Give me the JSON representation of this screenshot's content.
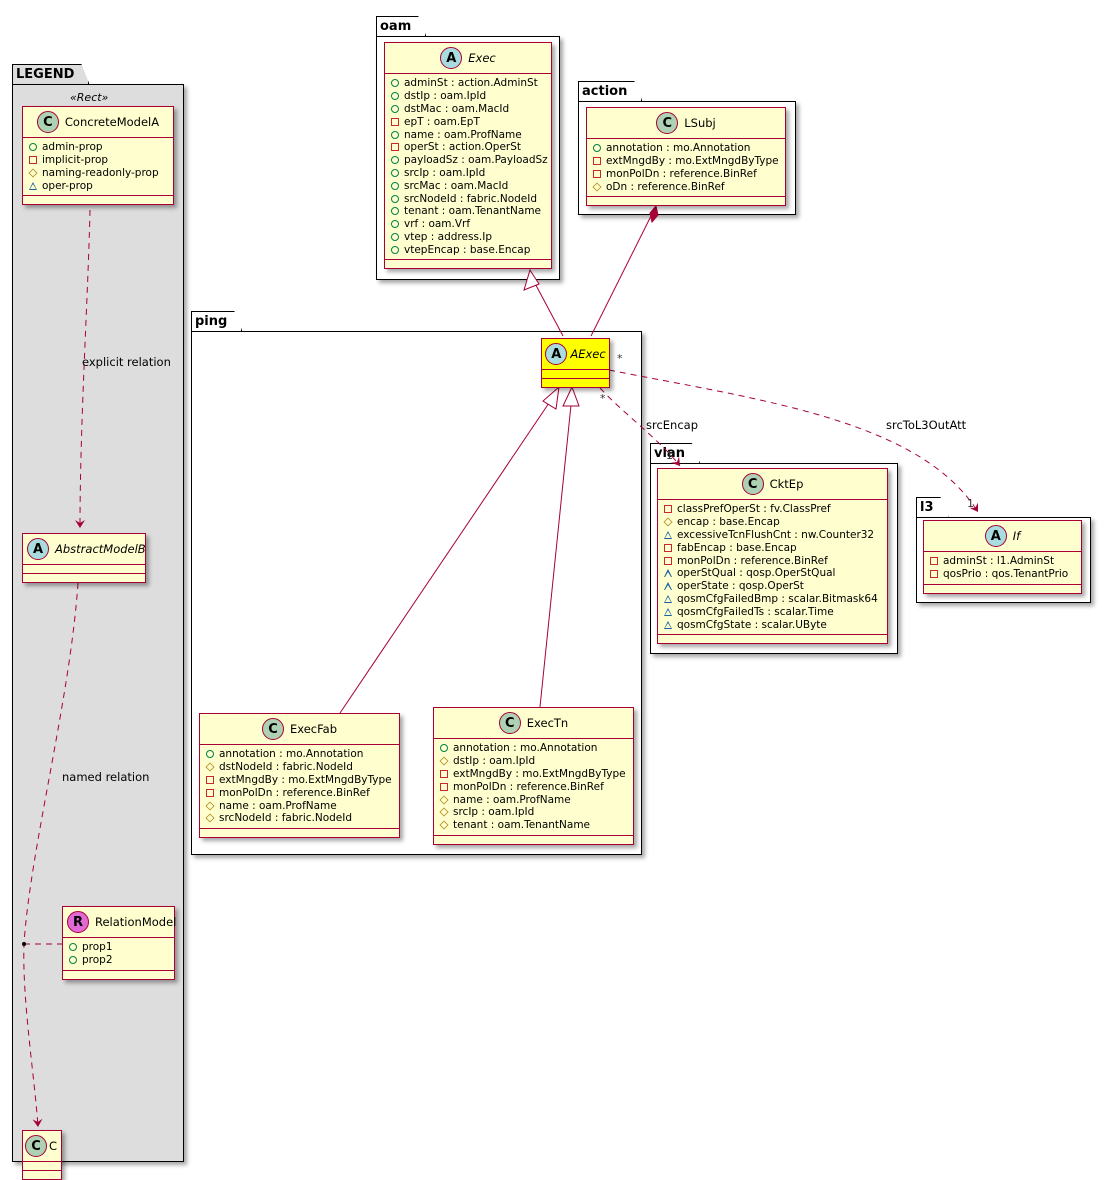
{
  "packages": {
    "legend": {
      "name": "LEGEND",
      "stereotype": "«Rect»"
    },
    "oam": {
      "name": "oam"
    },
    "action": {
      "name": "action"
    },
    "ping": {
      "name": "ping"
    },
    "vlan": {
      "name": "vlan"
    },
    "l3": {
      "name": "l3"
    }
  },
  "classes": {
    "concreteModelA": {
      "name": "ConcreteModelA",
      "kind": "C",
      "attrs": [
        {
          "vis": "public",
          "text": "admin-prop"
        },
        {
          "vis": "private",
          "text": "implicit-prop"
        },
        {
          "vis": "protected",
          "text": "naming-readonly-prop"
        },
        {
          "vis": "package",
          "text": "oper-prop"
        }
      ]
    },
    "abstractModelB": {
      "name": "AbstractModelB",
      "kind": "A",
      "attrs": []
    },
    "relationModel": {
      "name": "RelationModel",
      "kind": "R",
      "attrs": [
        {
          "vis": "public",
          "text": "prop1"
        },
        {
          "vis": "public",
          "text": "prop2"
        }
      ]
    },
    "c": {
      "name": "C",
      "kind": "C",
      "attrs": []
    },
    "exec": {
      "name": "Exec",
      "kind": "A",
      "attrs": [
        {
          "vis": "public",
          "text": "adminSt : action.AdminSt"
        },
        {
          "vis": "public",
          "text": "dstIp : oam.IpId"
        },
        {
          "vis": "public",
          "text": "dstMac : oam.MacId"
        },
        {
          "vis": "private",
          "text": "epT : oam.EpT"
        },
        {
          "vis": "public",
          "text": "name : oam.ProfName"
        },
        {
          "vis": "private",
          "text": "operSt : action.OperSt"
        },
        {
          "vis": "public",
          "text": "payloadSz : oam.PayloadSz"
        },
        {
          "vis": "public",
          "text": "srcIp : oam.IpId"
        },
        {
          "vis": "public",
          "text": "srcMac : oam.MacId"
        },
        {
          "vis": "public",
          "text": "srcNodeId : fabric.NodeId"
        },
        {
          "vis": "public",
          "text": "tenant : oam.TenantName"
        },
        {
          "vis": "public",
          "text": "vrf : oam.Vrf"
        },
        {
          "vis": "public",
          "text": "vtep : address.Ip"
        },
        {
          "vis": "public",
          "text": "vtepEncap : base.Encap"
        }
      ]
    },
    "lsubj": {
      "name": "LSubj",
      "kind": "C",
      "attrs": [
        {
          "vis": "public",
          "text": "annotation : mo.Annotation"
        },
        {
          "vis": "private",
          "text": "extMngdBy : mo.ExtMngdByType"
        },
        {
          "vis": "private",
          "text": "monPolDn : reference.BinRef"
        },
        {
          "vis": "protected",
          "text": "oDn : reference.BinRef"
        }
      ]
    },
    "aexec": {
      "name": "AExec",
      "kind": "A",
      "highlight": true,
      "attrs": []
    },
    "execFab": {
      "name": "ExecFab",
      "kind": "C",
      "attrs": [
        {
          "vis": "public",
          "text": "annotation : mo.Annotation"
        },
        {
          "vis": "protected",
          "text": "dstNodeId : fabric.NodeId"
        },
        {
          "vis": "private",
          "text": "extMngdBy : mo.ExtMngdByType"
        },
        {
          "vis": "private",
          "text": "monPolDn : reference.BinRef"
        },
        {
          "vis": "protected",
          "text": "name : oam.ProfName"
        },
        {
          "vis": "protected",
          "text": "srcNodeId : fabric.NodeId"
        }
      ]
    },
    "execTn": {
      "name": "ExecTn",
      "kind": "C",
      "attrs": [
        {
          "vis": "public",
          "text": "annotation : mo.Annotation"
        },
        {
          "vis": "protected",
          "text": "dstIp : oam.IpId"
        },
        {
          "vis": "private",
          "text": "extMngdBy : mo.ExtMngdByType"
        },
        {
          "vis": "private",
          "text": "monPolDn : reference.BinRef"
        },
        {
          "vis": "protected",
          "text": "name : oam.ProfName"
        },
        {
          "vis": "protected",
          "text": "srcIp : oam.IpId"
        },
        {
          "vis": "protected",
          "text": "tenant : oam.TenantName"
        }
      ]
    },
    "cktEp": {
      "name": "CktEp",
      "kind": "C",
      "attrs": [
        {
          "vis": "private",
          "text": "classPrefOperSt : fv.ClassPref"
        },
        {
          "vis": "protected",
          "text": "encap : base.Encap"
        },
        {
          "vis": "package",
          "text": "excessiveTcnFlushCnt : nw.Counter32"
        },
        {
          "vis": "private",
          "text": "fabEncap : base.Encap"
        },
        {
          "vis": "private",
          "text": "monPolDn : reference.BinRef"
        },
        {
          "vis": "package",
          "text": "operStQual : qosp.OperStQual"
        },
        {
          "vis": "package",
          "text": "operState : qosp.OperSt"
        },
        {
          "vis": "package",
          "text": "qosmCfgFailedBmp : scalar.Bitmask64"
        },
        {
          "vis": "package",
          "text": "qosmCfgFailedTs : scalar.Time"
        },
        {
          "vis": "package",
          "text": "qosmCfgState : scalar.UByte"
        }
      ]
    },
    "if": {
      "name": "If",
      "kind": "A",
      "attrs": [
        {
          "vis": "private",
          "text": "adminSt : l1.AdminSt"
        },
        {
          "vis": "private",
          "text": "qosPrio : qos.TenantPrio"
        }
      ]
    }
  },
  "relations": {
    "explicit": {
      "label": "explicit relation"
    },
    "named": {
      "label": "named relation"
    },
    "srcEncap": {
      "label": "srcEncap",
      "from_mult": "*",
      "to_mult": "1"
    },
    "srcToL3OutAtt": {
      "label": "srcToL3OutAtt",
      "from_mult": "*",
      "to_mult": "1"
    }
  },
  "colors": {
    "class_fill": "#fefece",
    "class_border": "#a80036",
    "highlight_fill": "#ffff00",
    "legend_fill": "#dddddd",
    "badge_class": "#add1b2",
    "badge_abstract": "#a9dcdf",
    "badge_relation": "#e069d5"
  }
}
